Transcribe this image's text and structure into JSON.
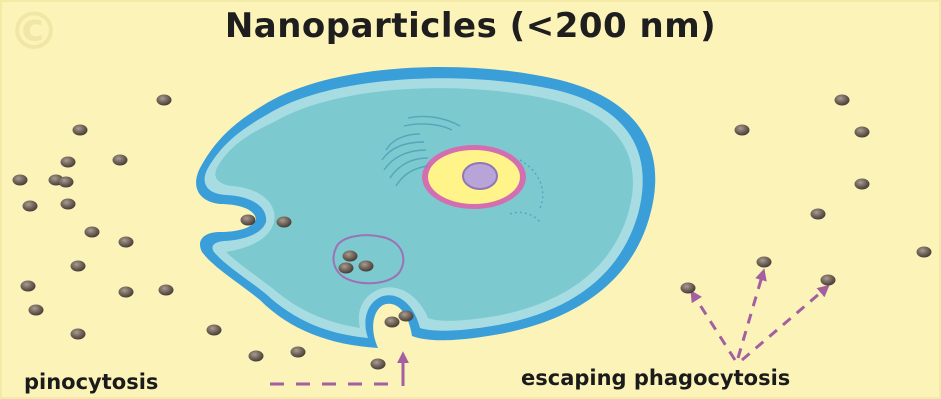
{
  "title": "Nanoparticles (<200 nm)",
  "labels": {
    "pinocytosis": "pinocytosis",
    "escaping": "escaping phagocytosis"
  },
  "watermark": "©",
  "colors": {
    "background": "#fbf3b8",
    "cell_outer": "#3a9ed8",
    "cell_inner": "#7dc9d0",
    "cell_rim": "#a7dde2",
    "nucleus_ring": "#d36fb0",
    "nucleus_fill": "#fff48a",
    "nucleolus": "#b9a4d8",
    "particle": "#6e6258",
    "arrow": "#a45fa0",
    "vesicle": "#9d72b4"
  },
  "icons": [
    "nanoparticle-icon",
    "arrow-up-icon"
  ]
}
